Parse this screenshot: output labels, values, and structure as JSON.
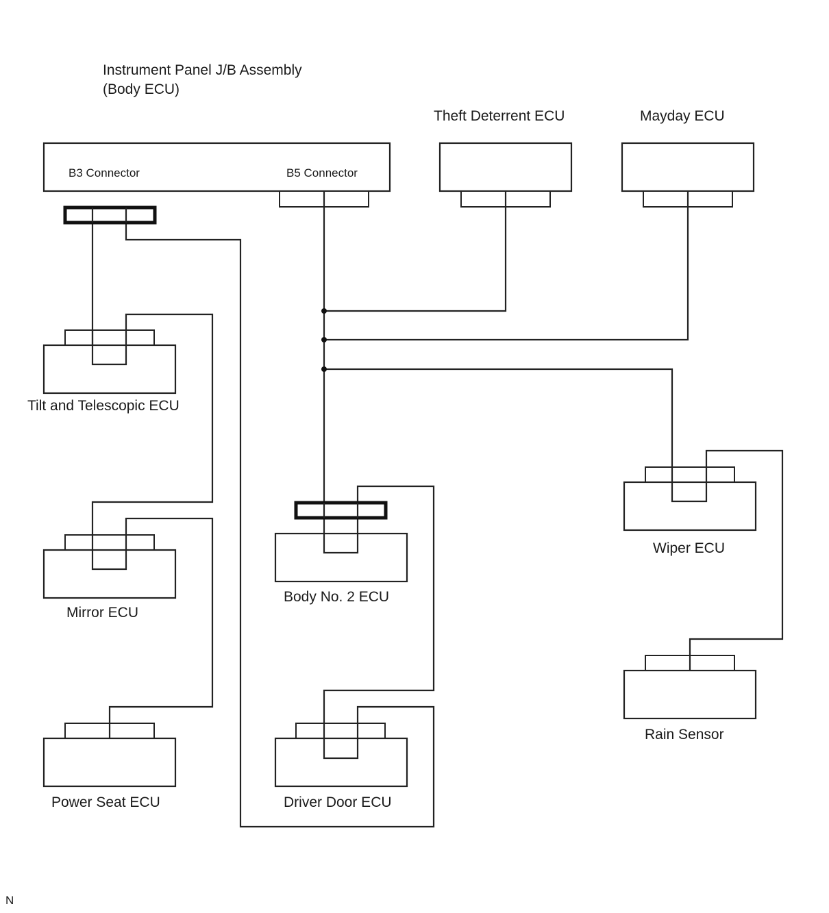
{
  "diagram": {
    "jb_title_line1": "Instrument Panel J/B Assembly",
    "jb_title_line2": "(Body ECU)",
    "b3_label": "B3 Connector",
    "b5_label": "B5 Connector",
    "theft_label": "Theft Deterrent ECU",
    "mayday_label": "Mayday ECU",
    "tilt_label": "Tilt and Telescopic ECU",
    "mirror_label": "Mirror ECU",
    "power_seat_label": "Power Seat ECU",
    "body2_label": "Body No. 2 ECU",
    "driver_door_label": "Driver Door ECU",
    "wiper_label": "Wiper ECU",
    "rain_label": "Rain Sensor",
    "footer_mark": "N"
  }
}
